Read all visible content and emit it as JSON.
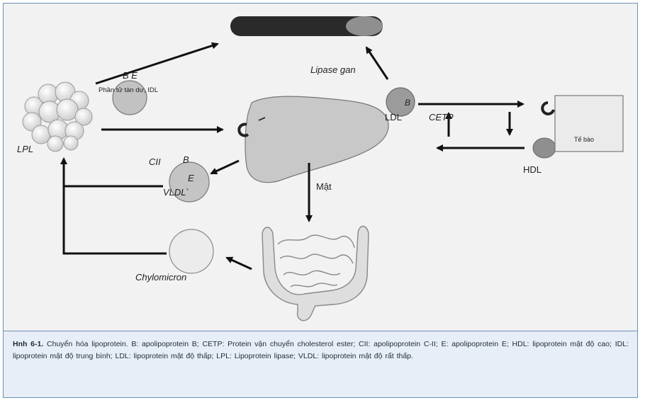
{
  "labels": {
    "be_top": "B E",
    "remnant": "Phần tử tàn dư, IDL",
    "lipase_gan": "Lipase gan",
    "b_ldl": "B",
    "ldl": "LDL",
    "cetp": "CETP",
    "cell": "Tế bào",
    "hdl": "HDL",
    "lpl": "LPL",
    "cii": "CII",
    "b_vldl": "B",
    "e_vldl": "E",
    "vldl": "VLDL`",
    "mat": "Mật",
    "chylomicron": "Chylomicron"
  },
  "caption": {
    "figure": "Hnh 6-1.",
    "text": " Chuyển hóa lipoprotein. B: apolipoprotein B; CETP: Protein vận chuyển cholesterol ester; CII: apolipoprotein C-II; E: apolipoprotein E; HDL: lipoprotein mật độ cao; IDL: lipoprotein mật độ trung bình; LDL: lipoprotein mật độ thấp; LPL: Lipoprotein lipase; VLDL: lipoprotein mật độ rất thấp."
  },
  "colors": {
    "frame": "#6d8fb7",
    "caption_bg": "#e7eef7",
    "particle": "#bdbdbd",
    "liver": "#c4c4c4",
    "arrow": "#111111"
  }
}
